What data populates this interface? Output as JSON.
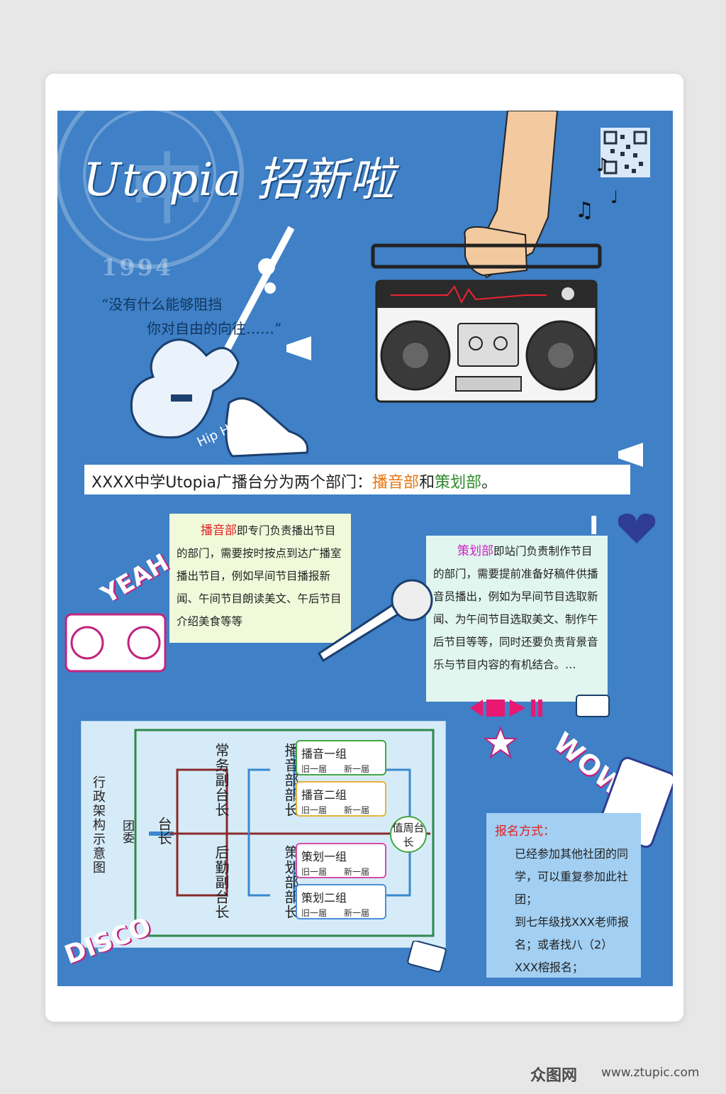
{
  "seal": {
    "year": "1994"
  },
  "title": "Utopia 招新啦",
  "quote": {
    "line1": "“没有什么能够阻挡",
    "line2": "你对自由的向往……”"
  },
  "intro": {
    "prefix": "XXXX中学Utopia广播台分为两个部门：",
    "dept1": "播音部",
    "and": "和",
    "dept2": "策划部",
    "suffix": "。"
  },
  "broadcast_box": {
    "highlight": "播音部",
    "text": "即专门负责播出节目的部门，需要按时按点到达广播室播出节目，例如早间节目播报新闻、午间节目朗读美文、午后节目介绍美食等等"
  },
  "planning_box": {
    "highlight": "策划部",
    "text": "即站门负责制作节目的部门，需要提前准备好稿件供播音员播出，例如为早间节目选取新闻、为午间节目选取美文、制作午后节目等等，同时还要负责背景音乐与节目内容的有机结合。…"
  },
  "org_chart": {
    "title": "行政架构示意图",
    "tuanwei": "团委",
    "taizhang": "台长",
    "vice1": "常务副台长",
    "vice2": "后勤副台长",
    "dept1": "播音部部长",
    "dept2": "策划部部长",
    "groups": [
      {
        "name": "播音一组",
        "sub": "旧一届　　新一届"
      },
      {
        "name": "播音二组",
        "sub": "旧一届　　新一届"
      },
      {
        "name": "策划一组",
        "sub": "旧一届　　新一届"
      },
      {
        "name": "策划二组",
        "sub": "旧一届　　新一届"
      }
    ],
    "weekly": "值周台长"
  },
  "signup": {
    "head": "报名方式：",
    "p1": "已经参加其他社团的同学，可以重复参加此社团；",
    "p2": "到七年级找XXX老师报名；或者找八（2）XXX榕报名；"
  },
  "doodles": {
    "hiphop": "Hip H",
    "yeah": "YEAH",
    "wow": "WOW",
    "disco": "DISCO",
    "i": "I"
  },
  "watermark": {
    "logo": "众图网",
    "url": "www.ztupic.com"
  },
  "colors": {
    "poster_bg": "#3f80c6",
    "orange": "#e8770f",
    "green": "#2f8a2a",
    "red": "#e41f1f",
    "magenta": "#d41ec6"
  }
}
